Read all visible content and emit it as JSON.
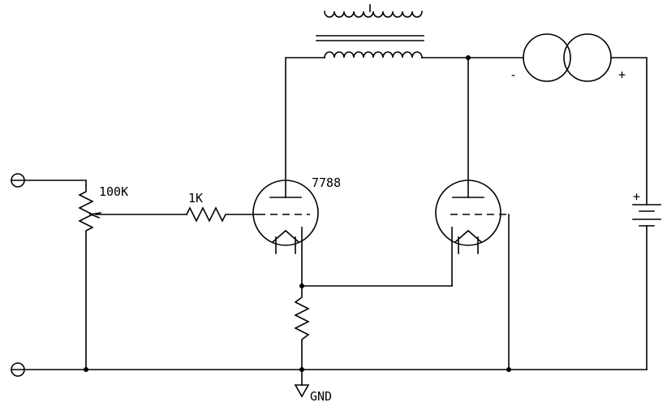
{
  "labels": {
    "pot": "100K",
    "resistor": "1K",
    "tube": "7788",
    "ground": "GND",
    "meter_minus": "-",
    "meter_plus": "+",
    "battery_plus": "+"
  },
  "colors": {
    "background": "#ffffff",
    "ink": "#000000"
  }
}
